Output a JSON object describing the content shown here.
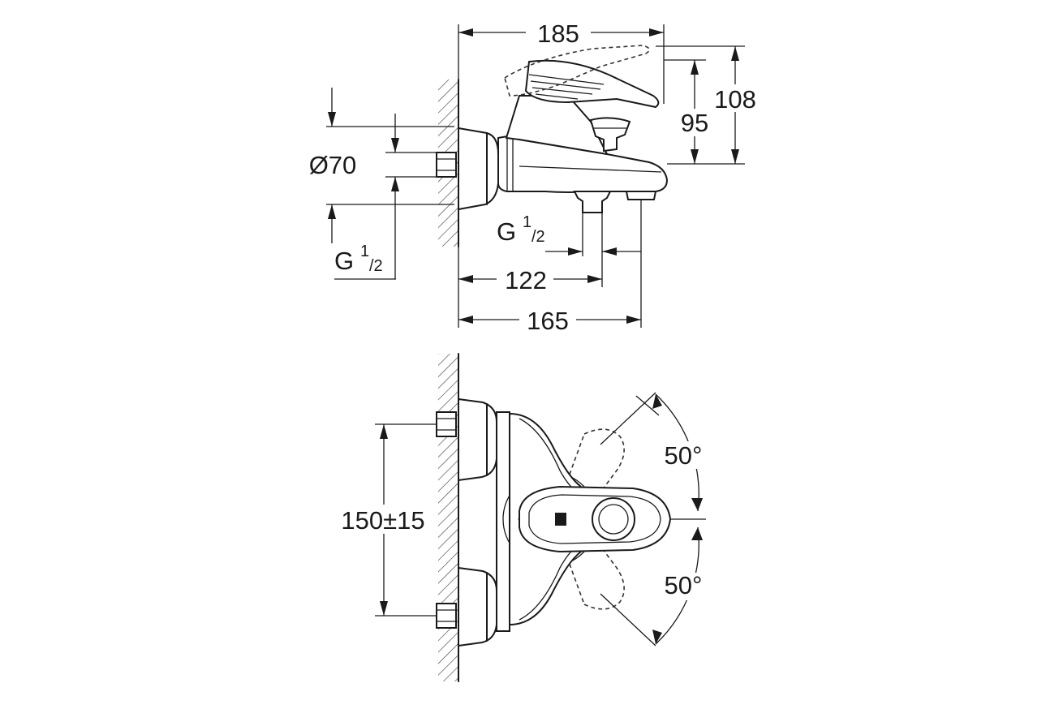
{
  "dimensions": {
    "width_185": "185",
    "height_108": "108",
    "height_95": "95",
    "diameter_70": "Ø70",
    "thread_left_main": "G",
    "thread_left_sup": "1",
    "thread_left_sub": "/2",
    "thread_outlet_main": "G",
    "thread_outlet_sup": "1",
    "thread_outlet_sub": "/2",
    "depth_122": "122",
    "depth_165": "165",
    "spacing": "150±15",
    "angle_upper": "50°",
    "angle_lower": "50°"
  }
}
